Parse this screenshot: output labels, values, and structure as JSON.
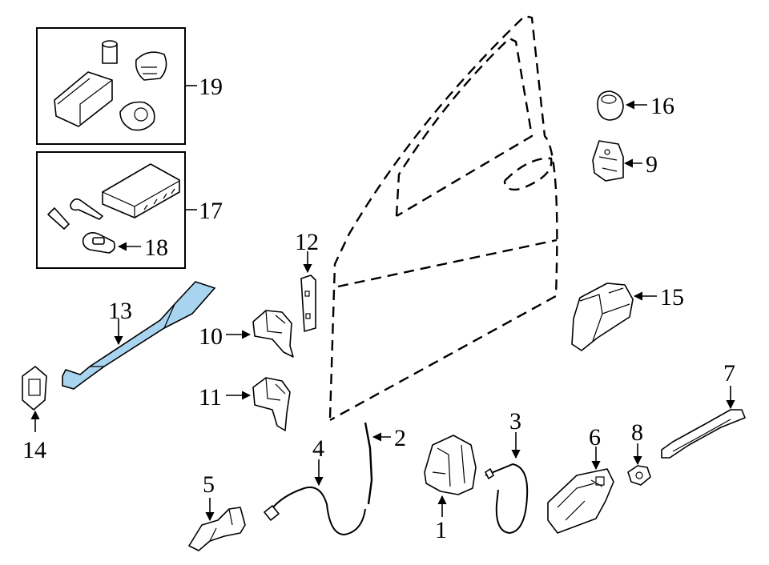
{
  "callouts": [
    "1",
    "2",
    "3",
    "4",
    "5",
    "6",
    "7",
    "8",
    "9",
    "10",
    "11",
    "12",
    "13",
    "14",
    "15",
    "16",
    "17",
    "18",
    "19"
  ],
  "colors": {
    "highlight": "#a9d4f0",
    "line": "#000000",
    "background": "#ffffff"
  },
  "highlighted_part": "13"
}
